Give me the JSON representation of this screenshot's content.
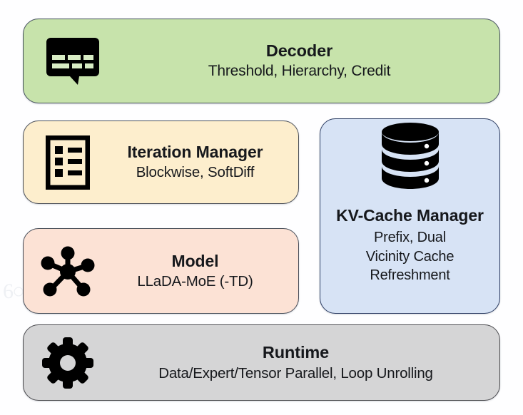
{
  "diagram": {
    "panels": [
      {
        "id": "decoder",
        "icon": "captions-bubble-icon",
        "title": "Decoder",
        "subtitle_lines": [
          "Threshold, Hierarchy, Credit"
        ],
        "color": "#c7e3ab"
      },
      {
        "id": "iteration-manager",
        "icon": "checklist-document-icon",
        "title": "Iteration Manager",
        "subtitle_lines": [
          "Blockwise, SoftDiff"
        ],
        "color": "#fdeecd"
      },
      {
        "id": "model",
        "icon": "network-hub-icon",
        "title": "Model",
        "subtitle_lines": [
          "LLaDA-MoE (-TD)"
        ],
        "color": "#fce2d5"
      },
      {
        "id": "kv-cache-manager",
        "icon": "database-icon",
        "title": "KV-Cache Manager",
        "subtitle_lines": [
          "Prefix, Dual",
          "Vicinity Cache",
          "Refreshment"
        ],
        "color": "#d7e3f5"
      },
      {
        "id": "runtime",
        "icon": "gear-icon",
        "title": "Runtime",
        "subtitle_lines": [
          "Data/Expert/Tensor Parallel, Loop Unrolling"
        ],
        "color": "#d5d5d6"
      }
    ]
  }
}
